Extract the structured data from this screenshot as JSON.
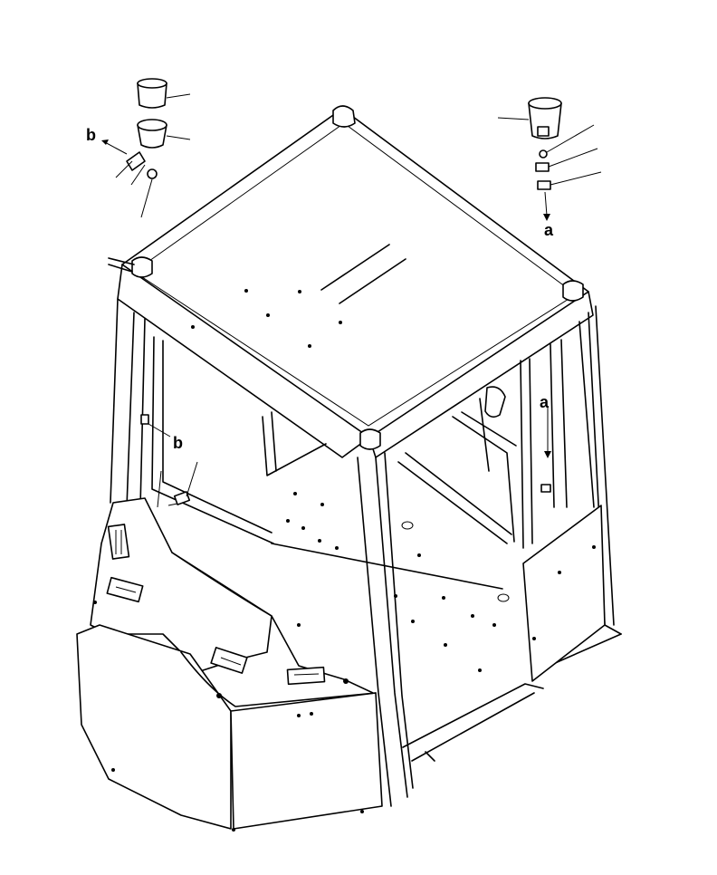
{
  "figure": {
    "ink_color": "#000000",
    "background_color": "#ffffff"
  },
  "callouts": {
    "a_top": "a",
    "a_side": "a",
    "b_top": "b",
    "b_side": "b"
  },
  "parts": {
    "left_group": [
      "cap-top",
      "cup",
      "bracket",
      "nut"
    ],
    "right_group": [
      "socket-cap",
      "washer",
      "clip",
      "bushing"
    ]
  }
}
